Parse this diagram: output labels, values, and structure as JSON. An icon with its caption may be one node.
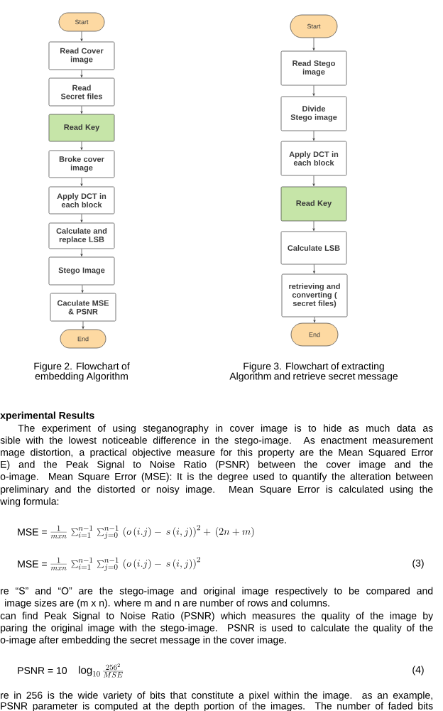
{
  "diagram": {
    "nodes": [
      {
        "text": [
          "Start"
        ]
      },
      {
        "text": [
          "Read Cover image"
        ]
      },
      {
        "text": [
          "Read Secret files"
        ]
      },
      {
        "text": [
          "Read Key"
        ]
      },
      {
        "text": [
          "Broke cover image"
        ]
      },
      {
        "text": [
          "Apply DCT in each block"
        ]
      },
      {
        "text": [
          "Calculate and replace LSB"
        ]
      },
      {
        "text": [
          "Stego Image"
        ]
      },
      {
        "text": [
          "Caculate MSE & PSNR"
        ]
      },
      {
        "text": [
          "End"
        ]
      },
      {
        "text": [
          "Start"
        ]
      },
      {
        "text": [
          "Read Stego image"
        ]
      },
      {
        "text": [
          "Divide Stego image"
        ]
      },
      {
        "text": [
          "Apply DCT in each block"
        ]
      },
      {
        "text": [
          "Read Key"
        ]
      },
      {
        "text": [
          "Calculate LSB"
        ]
      },
      {
        "text": [
          "retrieving and converting ( secret files)"
        ]
      },
      {
        "text": [
          "End"
        ]
      }
    ],
    "edges": [
      {
        "from": 0,
        "to": 1,
        "arrow": "to"
      },
      {
        "from": 1,
        "to": 2,
        "arrow": "to"
      },
      {
        "from": 2,
        "to": 3,
        "arrow": "to"
      },
      {
        "from": 3,
        "to": 4,
        "arrow": "to"
      },
      {
        "from": 4,
        "to": 5,
        "arrow": "to"
      },
      {
        "from": 5,
        "to": 6,
        "arrow": "to"
      },
      {
        "from": 6,
        "to": 7,
        "arrow": "to"
      },
      {
        "from": 7,
        "to": 8,
        "arrow": "to"
      },
      {
        "from": 8,
        "to": 9,
        "arrow": "to"
      },
      {
        "from": 10,
        "to": 11,
        "arrow": "to"
      },
      {
        "from": 11,
        "to": 12,
        "arrow": "to"
      },
      {
        "from": 12,
        "to": 13,
        "arrow": "to"
      },
      {
        "from": 13,
        "to": 14,
        "arrow": "to"
      },
      {
        "from": 14,
        "to": 15,
        "arrow": "to"
      },
      {
        "from": 15,
        "to": 16,
        "arrow": "to"
      },
      {
        "from": 16,
        "to": 17,
        "arrow": "to"
      }
    ],
    "labels": [
      "Figure 2. Flowchart of embedding Algorithm",
      "Figure 3. Flowchart of extracting Algorithm and retrieve secret message",
      "xperimental Results",
      "The experiment of using steganography in cover image is to hide as much data as",
      "sible with the lowest noticeable difference in the stego-image. As enactment measurement",
      "mage distortion, a practical objective measure for this property are the Mean Squared Error",
      "E) and the Peak Signal to Noise Ratio (PSNR) between the cover image and the",
      "o-image. Mean Square Error (MSE): It is the degree used to quantify the alteration between",
      "preliminary and the distorted or noisy image. Mean Square Error is calculated using the",
      "wing formula:",
      "MSE =",
      "\\frac{1}{mxn}\\,\\sum_{i=1}^{n-1}\\,\\sum_{j=0}^{n-1}\\,\\left(o\\,(i.j)-\\,s\\,(i,j)\\right)^{2}+\\,(2n+m)",
      "MSE =",
      "\\frac{1}{mxn}\\,\\sum_{i=1}^{n-1}\\,\\sum_{j=0}^{n-1}\\,\\left(o\\,(i.j)-\\,s\\,(i,j)\\right)^{2}",
      "(3)",
      "re “S” and “O” are the stego-image and original image respectively to be compared and",
      "image sizes are (m x n). where m and n are number of rows and columns.",
      "can find Peak Signal to Noise Ratio (PSNR) which measures the quality of the image by",
      "paring the original image with the stego-image. PSNR is used to calculate the quality of the",
      "o-image after embedding the secret message in the cover image.",
      "PSNR = 10",
      "\\log_{10}\\frac{256^{2}}{MSE}",
      "(4)",
      "re in 256 is the wide variety of bits that constitute a pixel within the image. as an example,",
      "PSNR parameter is computed at the depth portion of the images. The number of faded bits"
    ]
  }
}
